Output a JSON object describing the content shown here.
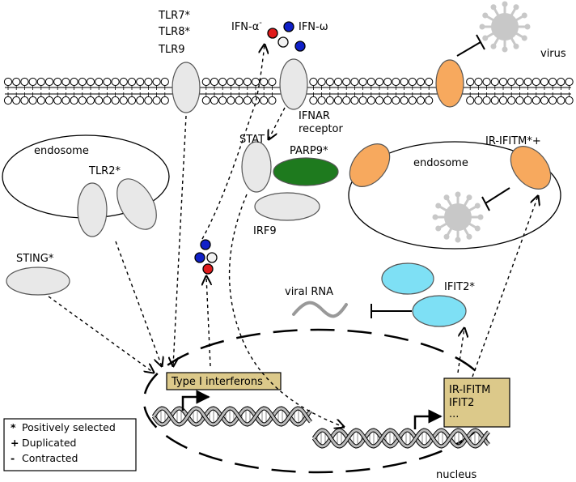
{
  "labels": {
    "tlr7": "TLR7*",
    "tlr8": "TLR8*",
    "tlr9": "TLR9",
    "ifn_alpha": "IFN-α",
    "ifn_omega": "IFN-ω",
    "virus_top": "virus",
    "ifnar_line1": "IFNAR",
    "ifnar_line2": "receptor",
    "stat": "STAT",
    "parp9": "PARP9*",
    "irf9": "IRF9",
    "endosome_left": "endosome",
    "tlr2": "TLR2*",
    "sting": "STING*",
    "ir_ifitm_top": "IR-IFITM*+",
    "endosome_right": "endosome",
    "ifit2": "IFIT2*",
    "viral_rna": "viral RNA",
    "type1_ifn": "Type I interferons",
    "nucleus_box_line1": "IR-IFITM",
    "nucleus_box_line2": "IFIT2",
    "nucleus_box_line3": "...",
    "nucleus": "nucleus"
  },
  "legend": {
    "items": [
      {
        "symbol": "*",
        "text": "Positively selected"
      },
      {
        "symbol": "+",
        "text": "Duplicated"
      },
      {
        "symbol": "-",
        "text": "Contracted"
      }
    ]
  },
  "colors": {
    "protein_gray": "#e8e8e8",
    "ifitm_orange": "#f7a95e",
    "parp9_green": "#1e7a1e",
    "ifit2_cyan": "#7ee0f5",
    "ifn_red": "#e01b1b",
    "ifn_blue": "#1020c8",
    "ifn_white": "#f2f2f2",
    "box_tan": "#dcc98a",
    "virus_gray": "#c8c8c8"
  }
}
